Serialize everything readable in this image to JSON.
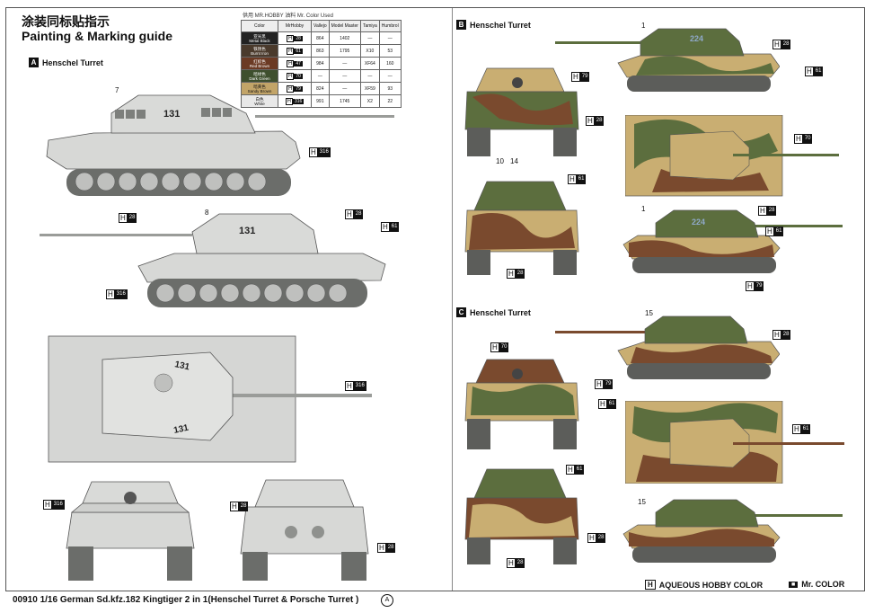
{
  "header": {
    "title_cn": "涂装同标贴指示",
    "title_en": "Painting & Marking guide"
  },
  "sections": [
    {
      "letter": "A",
      "label": "Henschel Turret"
    },
    {
      "letter": "B",
      "label": "Henschel Turret"
    },
    {
      "letter": "C",
      "label": "Henschel Turret"
    }
  ],
  "color_table": {
    "caption": "供用 MR.HOBBY 油料  Mr. Color Used",
    "headers": [
      "Color",
      "MrHobby",
      "Vallejo",
      "Model Master",
      "Tamiya",
      "Humbrol"
    ],
    "rows": [
      {
        "name_cn": "亚光黑",
        "name": "Metal Black",
        "swatch": "#222222",
        "code": "28",
        "vallejo": "864",
        "mm": "1402",
        "tamiya": "—",
        "humbrol": "—"
      },
      {
        "name_cn": "铁锈色",
        "name": "Burnt Iron",
        "swatch": "#4a3a2c",
        "code": "61",
        "vallejo": "863",
        "mm": "1795",
        "tamiya": "X10",
        "humbrol": "53"
      },
      {
        "name_cn": "红棕色",
        "name": "Red Brown",
        "swatch": "#6b3a24",
        "code": "47",
        "vallejo": "984",
        "mm": "—",
        "tamiya": "XF64",
        "humbrol": "160"
      },
      {
        "name_cn": "暗绿色",
        "name": "Dark Green",
        "swatch": "#3e4f2e",
        "code": "70",
        "vallejo": "—",
        "mm": "—",
        "tamiya": "—",
        "humbrol": "—"
      },
      {
        "name_cn": "暗黄色",
        "name": "Sandy Brown",
        "swatch": "#c2a468",
        "code": "79",
        "vallejo": "824",
        "mm": "—",
        "tamiya": "XF59",
        "humbrol": "93"
      },
      {
        "name_cn": "白色",
        "name": "White",
        "swatch": "#e8e8e8",
        "code": "316",
        "vallejo": "991",
        "mm": "1745",
        "tamiya": "X2",
        "humbrol": "22"
      }
    ]
  },
  "tags": [
    {
      "h": "H",
      "n": "316"
    },
    {
      "h": "H",
      "n": "28"
    },
    {
      "h": "H",
      "n": "28"
    },
    {
      "h": "H",
      "n": "61"
    },
    {
      "h": "H",
      "n": "316"
    },
    {
      "h": "H",
      "n": "316"
    },
    {
      "h": "H",
      "n": "316"
    },
    {
      "h": "H",
      "n": "28"
    },
    {
      "h": "H",
      "n": "28"
    },
    {
      "h": "H",
      "n": "79"
    },
    {
      "h": "H",
      "n": "28"
    },
    {
      "h": "H",
      "n": "61"
    },
    {
      "h": "H",
      "n": "28"
    },
    {
      "h": "H",
      "n": "61"
    },
    {
      "h": "H",
      "n": "70"
    },
    {
      "h": "H",
      "n": "28"
    },
    {
      "h": "H",
      "n": "28"
    },
    {
      "h": "H",
      "n": "61"
    },
    {
      "h": "H",
      "n": "79"
    },
    {
      "h": "H",
      "n": "70"
    },
    {
      "h": "H",
      "n": "79"
    },
    {
      "h": "H",
      "n": "28"
    },
    {
      "h": "H",
      "n": "61"
    },
    {
      "h": "H",
      "n": "61"
    },
    {
      "h": "H",
      "n": "61"
    },
    {
      "h": "H",
      "n": "28"
    },
    {
      "h": "H",
      "n": "28"
    }
  ],
  "callouts": [
    "7",
    "8",
    "1",
    "10",
    "14",
    "1",
    "15",
    "15"
  ],
  "turret_numbers": [
    "131",
    "131",
    "131",
    "131",
    "224",
    "224"
  ],
  "legend": {
    "aqueous_box": "H",
    "aqueous_label": "AQUEOUS HOBBY COLOR",
    "mr_box": "■",
    "mr_label": "Mr. COLOR"
  },
  "footer": {
    "text": "00910 1/16 German Sd.kfz.182 Kingtiger 2 in 1(Henschel Turret & Porsche Turret )",
    "mark": "A"
  },
  "colors": {
    "grey": "#d7d8d6",
    "dark_grey": "#8f918e",
    "sand": "#c9ae72",
    "green": "#5c6e3e",
    "brown": "#7a4a2e"
  }
}
